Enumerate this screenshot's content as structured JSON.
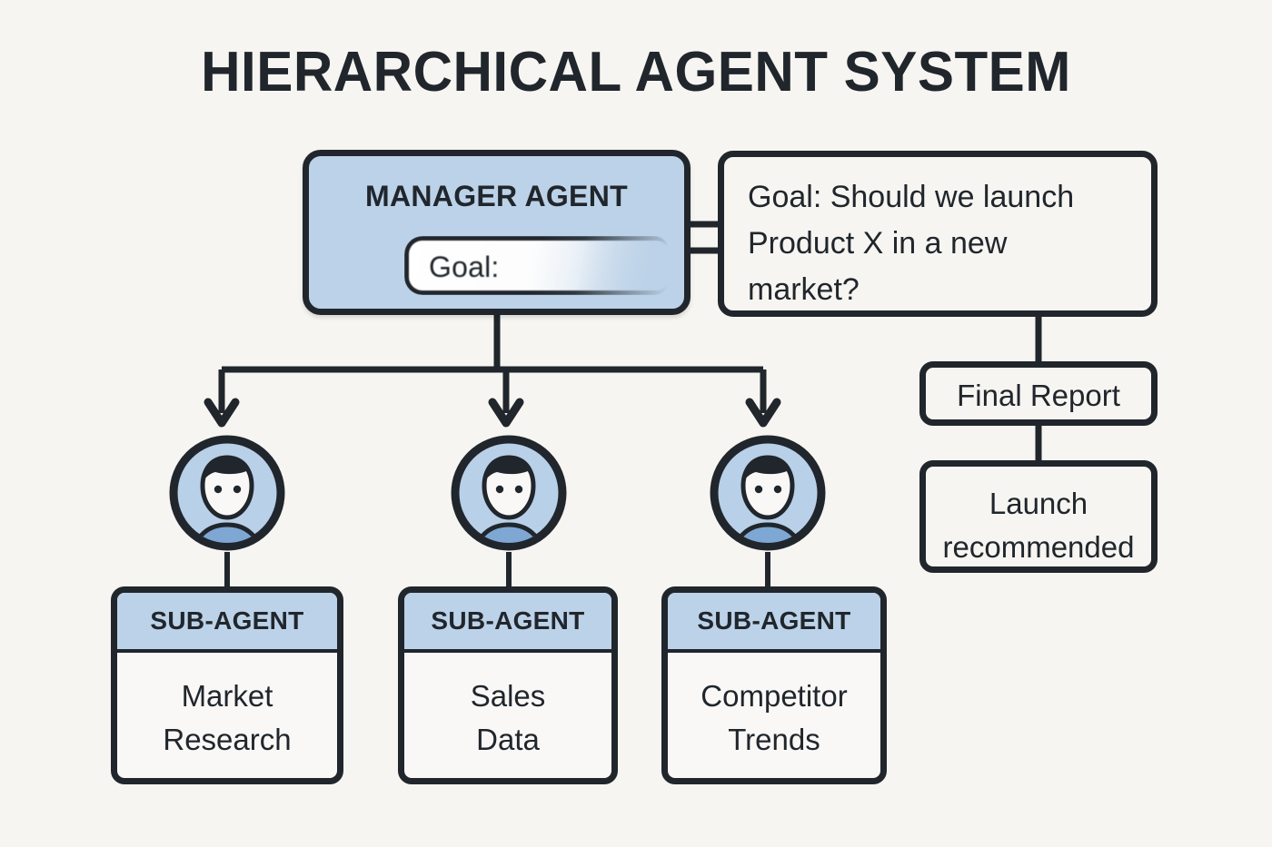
{
  "diagram": {
    "title": "HIERARCHICAL AGENT SYSTEM",
    "background_color": "#f7f5f1",
    "line_color": "#20262c",
    "accent_blue": "#bcd2e8",
    "avatar_body_blue": "#7ea7d3"
  },
  "manager": {
    "title": "MANAGER AGENT",
    "goal_field_label": "Goal:",
    "goal_field_value": ""
  },
  "callout": {
    "text": "Goal: Should we launch\nProduct X in a new\nmarket?"
  },
  "final_report": {
    "label": "Final Report"
  },
  "outcome": {
    "text": "Launch\nrecommended"
  },
  "subagents": [
    {
      "header": "SUB-AGENT",
      "task": "Market\nResearch",
      "avatar": "person-avatar-icon"
    },
    {
      "header": "SUB-AGENT",
      "task": "Sales\nData",
      "avatar": "person-avatar-icon"
    },
    {
      "header": "SUB-AGENT",
      "task": "Competitor\nTrends",
      "avatar": "person-avatar-icon"
    }
  ]
}
